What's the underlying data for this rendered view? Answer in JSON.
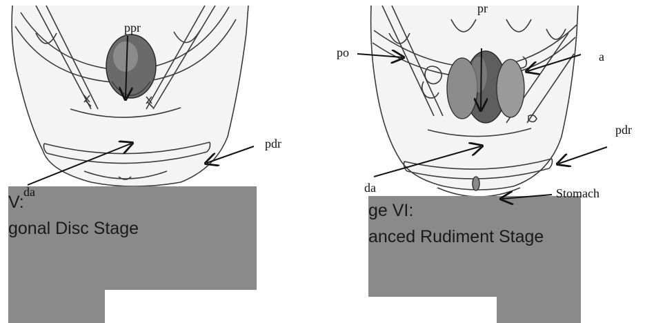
{
  "panels": {
    "left": {
      "caption_line1": "V:",
      "caption_line2": "gonal Disc Stage"
    },
    "right": {
      "caption_line1": "ge VI:",
      "caption_line2": "anced Rudiment Stage"
    }
  },
  "labels": {
    "ppr": "ppr",
    "pdr_left": "pdr",
    "da_left": "da",
    "pr": "pr",
    "po": "po",
    "a": "a",
    "pdr_right": "pdr",
    "da_right": "da",
    "stomach": "Stomach"
  },
  "colors": {
    "caption_bg": "#8a8a8a",
    "ink": "#111111"
  }
}
